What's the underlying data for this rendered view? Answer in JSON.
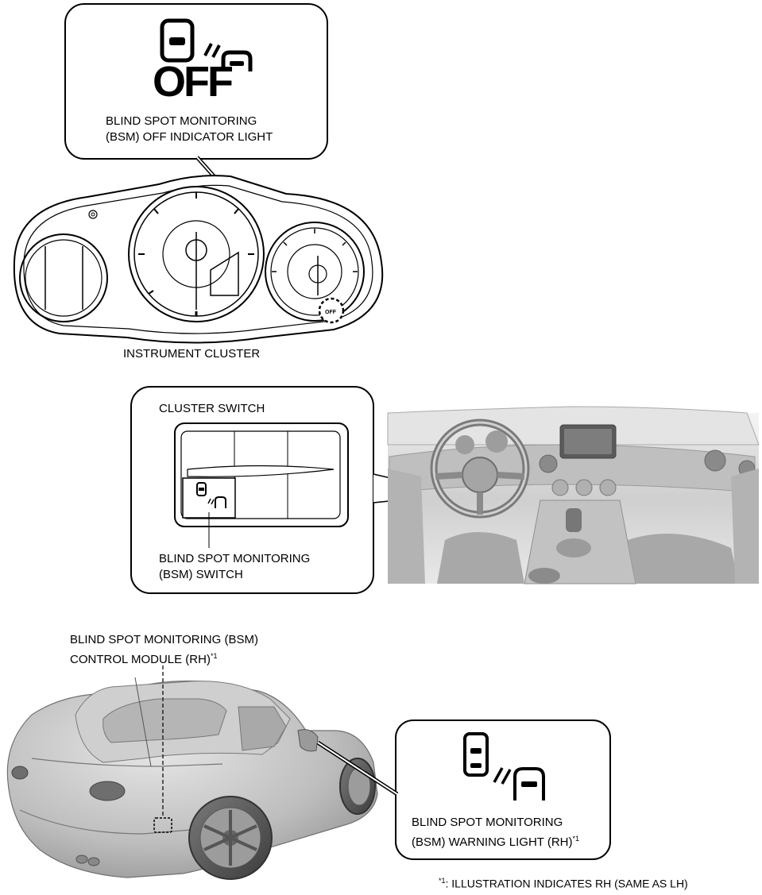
{
  "indicator_box": {
    "icon_text": "OFF",
    "label_line1": "BLIND SPOT MONITORING",
    "label_line2": "(BSM) OFF INDICATOR LIGHT"
  },
  "instrument_cluster": {
    "label": "INSTRUMENT CLUSTER"
  },
  "switch_box": {
    "title": "CLUSTER SWITCH",
    "label_line1": "BLIND SPOT MONITORING",
    "label_line2": "(BSM) SWITCH"
  },
  "control_module": {
    "label_line1": "BLIND SPOT MONITORING (BSM)",
    "label_line2": "CONTROL MODULE (RH)",
    "note_mark": "*1"
  },
  "warning_box": {
    "label_line1": "BLIND SPOT MONITORING",
    "label_line2": "(BSM) WARNING LIGHT (RH)",
    "note_mark": "*1"
  },
  "footnote": {
    "mark": "*1",
    "text": ": ILLUSTRATION INDICATES RH (SAME AS LH)"
  },
  "colors": {
    "line": "#000000",
    "car_body": "#c8c8c8",
    "dash_photo": "#d9d9d9"
  }
}
